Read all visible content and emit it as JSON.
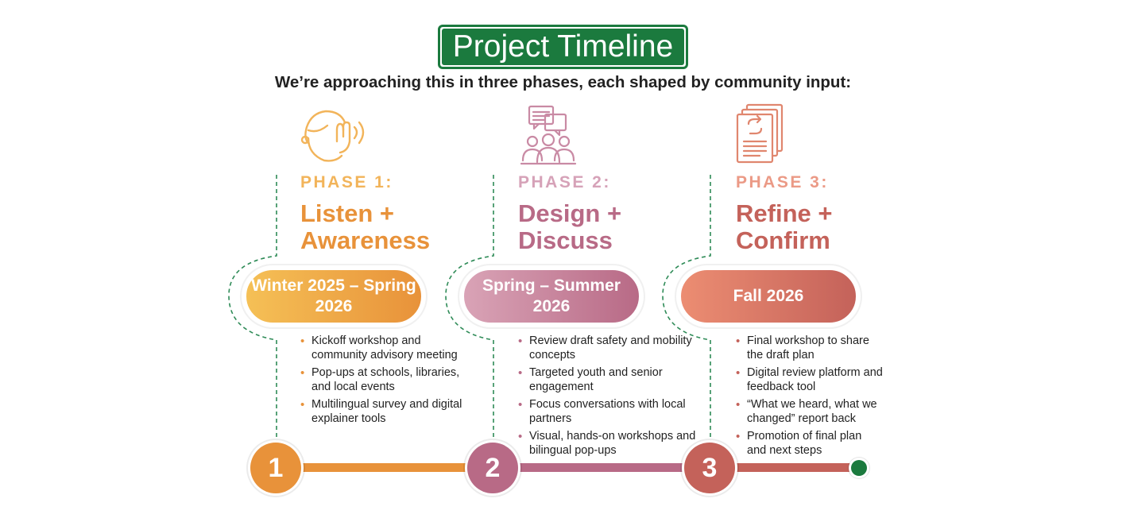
{
  "header": {
    "title": "Project Timeline",
    "subtitle": "We’re approaching this in three phases, each shaped by community input:"
  },
  "colors": {
    "brand_green": "#1b7a3e",
    "phase1": "#e8923a",
    "phase2": "#b86a86",
    "phase3": "#c4625a"
  },
  "phases": [
    {
      "icon": "listening-person-icon",
      "label": "PHASE 1:",
      "name_line1": "Listen +",
      "name_line2": "Awareness",
      "dates": "Winter 2025 – Spring 2026",
      "number": "1",
      "bullets": [
        "Kickoff workshop and community advisory meeting",
        "Pop-ups at schools, libraries, and local events",
        "Multilingual survey and digital explainer tools"
      ]
    },
    {
      "icon": "group-discussion-icon",
      "label": "PHASE 2:",
      "name_line1": "Design +",
      "name_line2": "Discuss",
      "dates": "Spring – Summer 2026",
      "number": "2",
      "bullets": [
        "Review draft safety and mobility concepts",
        "Targeted youth and senior engagement",
        "Focus conversations with local partners",
        "Visual, hands-on workshops and bilingual pop-ups"
      ]
    },
    {
      "icon": "document-revision-icon",
      "label": "PHASE 3:",
      "name_line1": "Refine +",
      "name_line2": "Confirm",
      "dates": "Fall 2026",
      "number": "3",
      "bullets": [
        "Final workshop to share the draft plan",
        "Digital review platform and feedback tool",
        "“What we heard, what we changed” report back",
        "Promotion of final plan and next steps"
      ]
    }
  ]
}
